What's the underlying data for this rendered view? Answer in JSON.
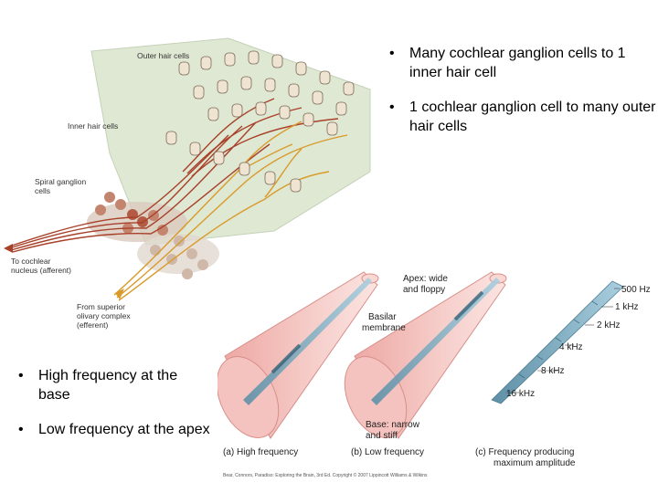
{
  "bullets_top": [
    "Many cochlear ganglion cells to 1 inner hair cell",
    "1 cochlear ganglion cell to many outer hair cells"
  ],
  "bullets_bottom": [
    "High frequency at the base",
    "Low frequency at the apex"
  ],
  "innervation_diagram": {
    "labels": {
      "outer_hair_cells": "Outer hair cells",
      "inner_hair_cells": "Inner hair cells",
      "spiral_ganglion": "Spiral ganglion cells",
      "to_cochlear_1": "To cochlear",
      "to_cochlear_2": "nucleus (afferent)",
      "from_superior_1": "From superior",
      "from_superior_2": "olivary complex",
      "from_superior_3": "(efferent)"
    }
  },
  "cochlea_figure": {
    "apex_label_1": "Apex: wide",
    "apex_label_2": "and floppy",
    "basilar_1": "Basilar",
    "basilar_2": "membrane",
    "base_label_1": "Base: narrow",
    "base_label_2": "and stiff",
    "frequency_scale": [
      "500 Hz",
      "1 kHz",
      "2 kHz",
      "4 kHz",
      "8 kHz",
      "16 kHz"
    ],
    "panel_a": "(a) High frequency",
    "panel_b": "(b) Low frequency",
    "panel_c_1": "(c) Frequency producing",
    "panel_c_2": "maximum amplitude",
    "credit": "Bear, Connors, Paradiso: Exploring the Brain, 3rd Ed. Copyright © 2007 Lippincott Williams & Wilkins"
  },
  "colors": {
    "afferent": "#a8412a",
    "efferent": "#d99a2a",
    "cochlea_pink": "#f2b8b4",
    "membrane_blue": "#7fb3c9",
    "diagram_bg": "#dfe8d3"
  }
}
